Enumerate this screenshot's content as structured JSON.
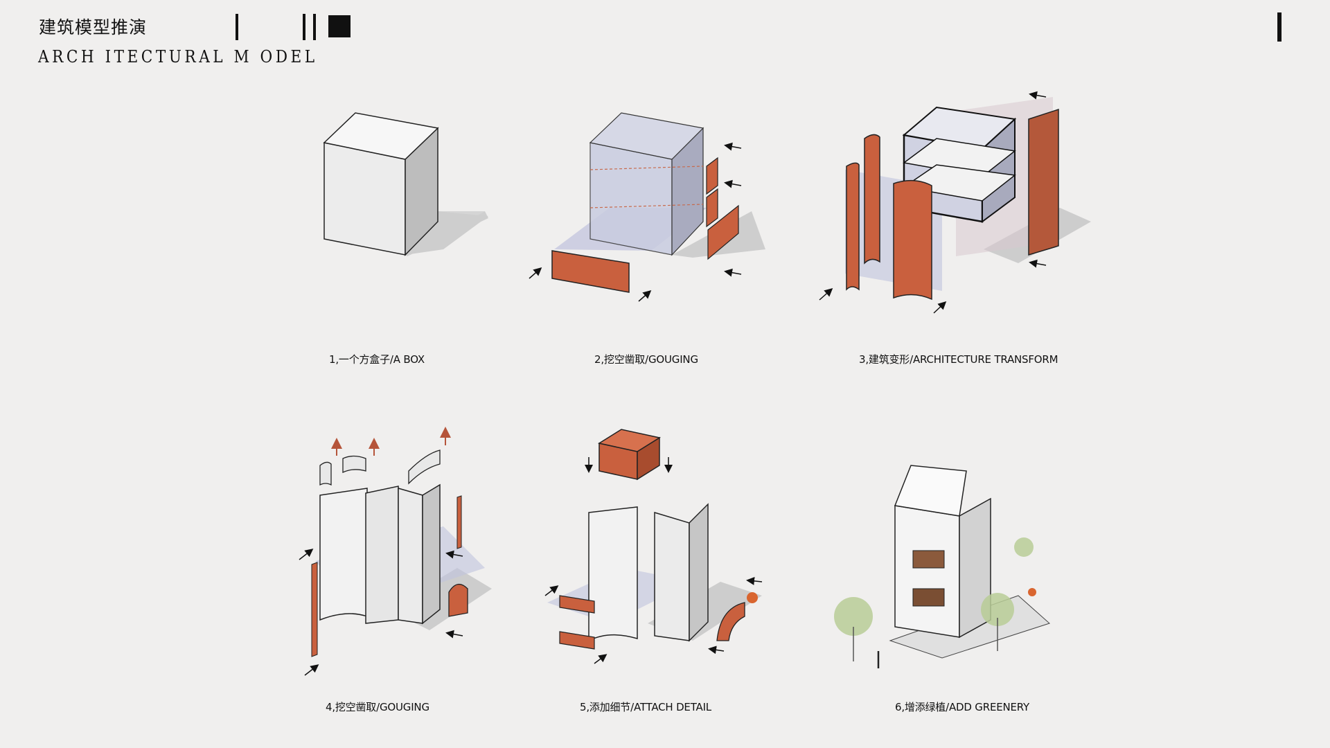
{
  "header": {
    "title_cn": "建筑模型推演",
    "title_en": "ARCH ITECTURAL M ODEL"
  },
  "colors": {
    "background": "#f0efee",
    "terracotta": "#c9603e",
    "terracotta_dark": "#8e3f24",
    "glass": "#bfc2dd",
    "white_face": "#f4f4f4",
    "grey_face": "#c7c7c7",
    "shadow": "#cfcfcf"
  },
  "steps": [
    {
      "caption": "1,一个方盒子/A BOX"
    },
    {
      "caption": "2,挖空凿取/GOUGING"
    },
    {
      "caption": "3,建筑变形/ARCHITECTURE TRANSFORM"
    },
    {
      "caption": "4,挖空凿取/GOUGING"
    },
    {
      "caption": "5,添加细节/ATTACH DETAIL"
    },
    {
      "caption": "6,增添绿植/ADD GREENERY"
    }
  ]
}
